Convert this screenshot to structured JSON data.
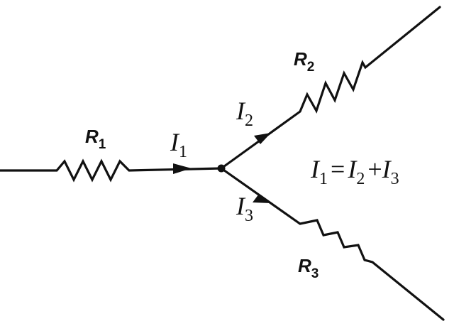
{
  "resistors": {
    "r1": {
      "letter": "R",
      "sub": "1"
    },
    "r2": {
      "letter": "R",
      "sub": "2"
    },
    "r3": {
      "letter": "R",
      "sub": "3"
    }
  },
  "currents": {
    "i1": {
      "letter": "I",
      "sub": "1"
    },
    "i2": {
      "letter": "I",
      "sub": "2"
    },
    "i3": {
      "letter": "I",
      "sub": "3"
    }
  },
  "equation": {
    "lhs": {
      "letter": "I",
      "sub": "1"
    },
    "equals": "=",
    "t1": {
      "letter": "I",
      "sub": "2"
    },
    "plus": "+",
    "t2": {
      "letter": "I",
      "sub": "3"
    }
  }
}
